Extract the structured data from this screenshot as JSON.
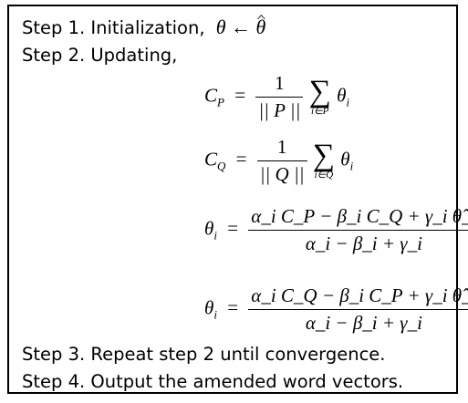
{
  "steps": [
    "Step 1. Initialization,",
    "Step 2. Updating,",
    "Step 3. Repeat step 2 until convergence.",
    "Step 4. Output the amended word vectors."
  ],
  "step1_math": {
    "lhs": "θ",
    "arrow": "←",
    "rhs": "θ"
  },
  "equations": {
    "cp": {
      "lhs": "C",
      "lhs_sub": "P",
      "num": "1",
      "den": "|| P ||",
      "sum_lim": "i∈P",
      "term": "θ",
      "term_sub": "i"
    },
    "cq": {
      "lhs": "C",
      "lhs_sub": "Q",
      "num": "1",
      "den": "|| Q ||",
      "sum_lim": "i∈Q",
      "term": "θ",
      "term_sub": "i"
    },
    "theta1": {
      "lhs": "θ",
      "lhs_sub": "i",
      "num": "α_i C_P − β_i C_Q + γ_i θ̂_i",
      "den": "α_i − β_i + γ_i"
    },
    "theta2": {
      "lhs": "θ",
      "lhs_sub": "i",
      "num": "α_i C_Q − β_i C_P + γ_i θ̂_i",
      "den": "α_i − β_i + γ_i"
    }
  }
}
